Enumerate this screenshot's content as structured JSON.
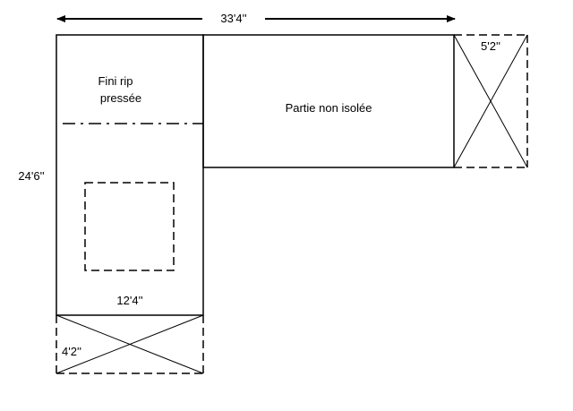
{
  "floor_plan": {
    "dimensions": {
      "overall_width": "33'4''",
      "overall_depth": "24'6''",
      "left_section_width": "12'4''",
      "right_extension": "5'2''",
      "bottom_extension": "4'2''"
    },
    "areas": {
      "finished_line1": "Fini rip",
      "finished_line2": "pressée",
      "uninsulated": "Partie non isolée"
    },
    "colors": {
      "line": "#000000",
      "background": "#ffffff"
    }
  }
}
